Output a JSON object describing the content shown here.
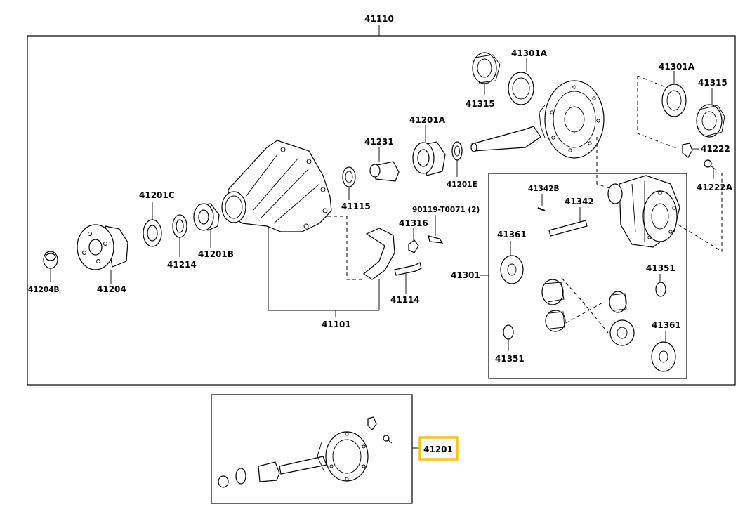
{
  "labels": {
    "assembly": "41110",
    "l41301A_top": "41301A",
    "l41315_top": "41315",
    "l41301A_right": "41301A",
    "l41315_right": "41315",
    "l41222": "41222",
    "l41222A": "41222A",
    "l41231": "41231",
    "l41201A": "41201A",
    "l41201E": "41201E",
    "l41115": "41115",
    "l41201C": "41201C",
    "l41214": "41214",
    "l41201B": "41201B",
    "l41204B": "41204B",
    "l41204": "41204",
    "l90119": "90119-T0071 (2)",
    "l41316": "41316",
    "l41114": "41114",
    "l41101": "41101",
    "l41342B": "41342B",
    "l41342": "41342",
    "l41361_top": "41361",
    "l41301": "41301",
    "l41351_right": "41351",
    "l41361_bottom": "41361",
    "l41351_bottom": "41351",
    "l41201": "41201"
  },
  "colors": {
    "highlight": "#f5c518",
    "line": "#000000",
    "background": "#ffffff"
  }
}
